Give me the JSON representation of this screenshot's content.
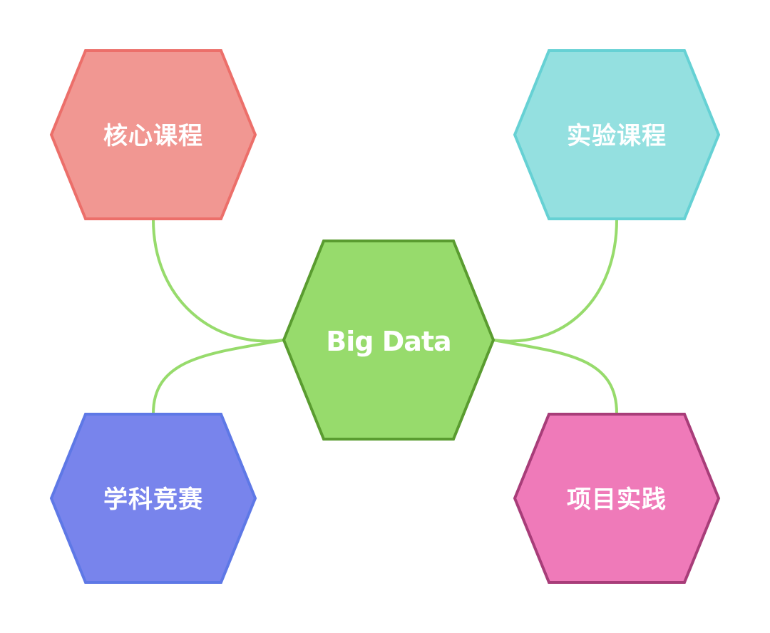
{
  "center": {
    "label": "Big Data",
    "fill": "#97db6c",
    "stroke": "#5a9c30"
  },
  "branches": [
    {
      "id": "core-courses",
      "label": "核心课程",
      "fill": "#f19792",
      "stroke": "#ec6f6a"
    },
    {
      "id": "lab-courses",
      "label": "实验课程",
      "fill": "#94e0e0",
      "stroke": "#66d1d4"
    },
    {
      "id": "competitions",
      "label": "学科竞赛",
      "fill": "#7884ec",
      "stroke": "#5e78e6"
    },
    {
      "id": "projects",
      "label": "项目实践",
      "fill": "#ef7ab9",
      "stroke": "#a83d79"
    }
  ],
  "connector_color": "#97db6c"
}
